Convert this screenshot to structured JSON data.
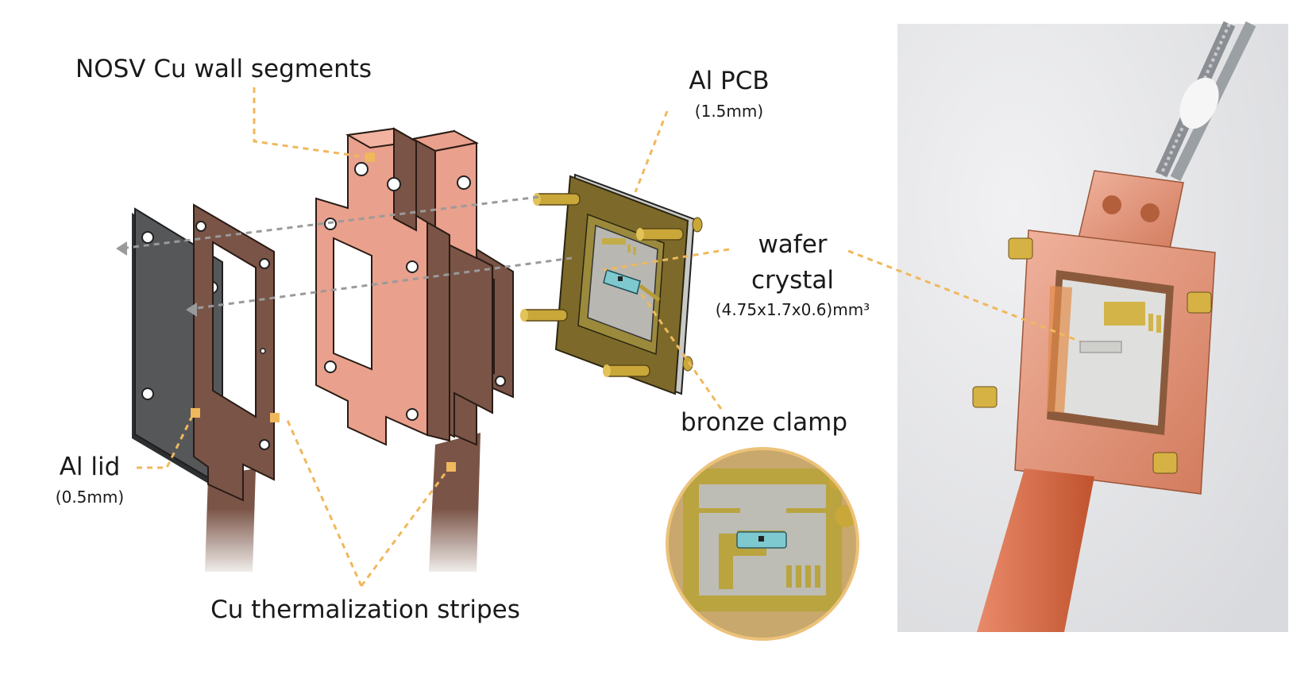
{
  "labels": {
    "nosv": "NOSV Cu wall segments",
    "al_pcb": "Al PCB",
    "al_pcb_thickness": "(1.5mm)",
    "wafer": "wafer",
    "crystal": "crystal",
    "crystal_dims": "(4.75x1.7x0.6)mm³",
    "bronze_clamp": "bronze clamp",
    "al_lid": "Al lid",
    "al_lid_thickness": "(0.5mm)",
    "cu_stripes": "Cu thermalization stripes"
  },
  "colors": {
    "copper_face": "#e9a08c",
    "copper_side": "#7a5446",
    "copper_dark": "#5e3e33",
    "aluminum": "#555759",
    "pcb_gold": "#7d6a2a",
    "leader": "#f0b85c",
    "arrow": "#9a9a9a",
    "photo_bg": "#e8e8ea",
    "clamp_gold": "#b9a43f",
    "crystal_cyan": "#7ec8cf"
  }
}
